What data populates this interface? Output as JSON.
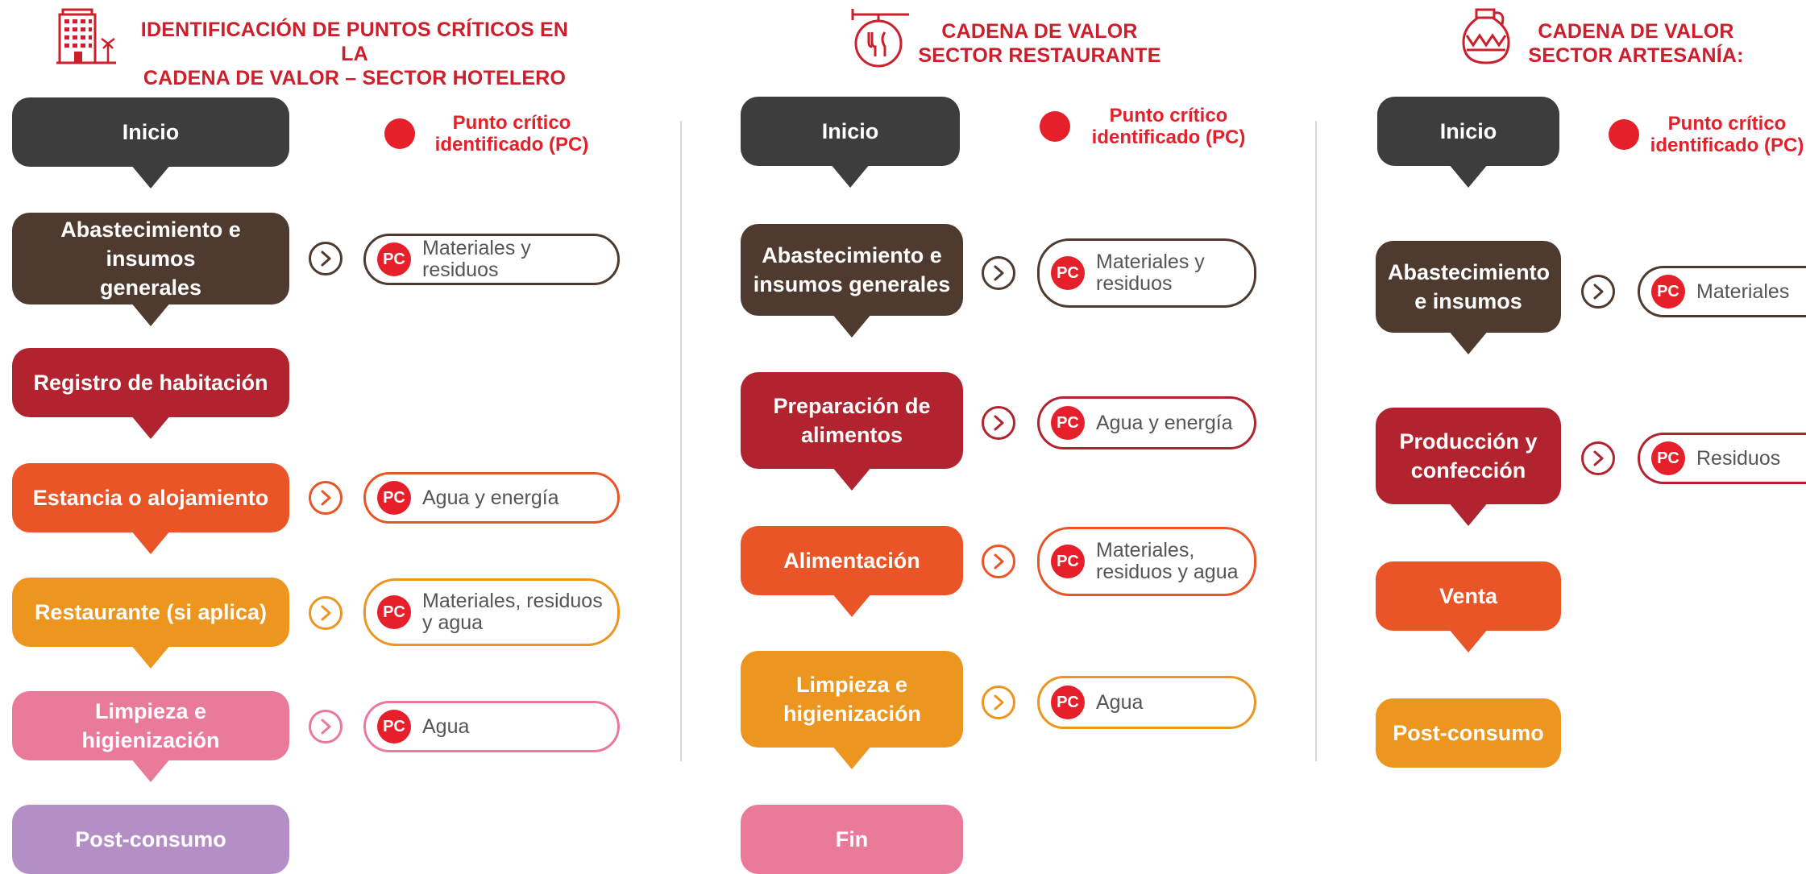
{
  "colors": {
    "title": "#cc1f2b",
    "pc_red": "#e5202b",
    "dark_gray": "#3d3d3d",
    "brown": "#4e3a2e",
    "crimson": "#b1232e",
    "orange": "#e95527",
    "amber": "#ec951f",
    "pink": "#ea7a9a",
    "purple": "#b38fc5"
  },
  "hotel": {
    "title_line1": "IDENTIFICACIÓN DE PUNTOS CRÍTICOS EN LA",
    "title_line2": "CADENA DE VALOR – SECTOR HOTELERO",
    "icon": "hotel-building-icon",
    "legend_line1": "Punto crítico",
    "legend_line2": "identificado (PC)",
    "steps": {
      "s1": "Inicio",
      "s2": "Abastecimiento e insumos generales",
      "s3": "Registro de habitación",
      "s4": "Estancia o alojamiento",
      "s5": "Restaurante (si aplica)",
      "s6": "Limpieza e higienización",
      "s7": "Post-consumo"
    },
    "pcs": {
      "p2": "Materiales y residuos",
      "p4": "Agua y energía",
      "p5a": "Materiales, residuos",
      "p5b": "y agua",
      "p6": "Agua"
    }
  },
  "restaurant": {
    "title_line1": "CADENA DE VALOR",
    "title_line2": "SECTOR RESTAURANTE",
    "icon": "restaurant-sign-icon",
    "legend_line1": "Punto crítico",
    "legend_line2": "identificado (PC)",
    "steps": {
      "s1": "Inicio",
      "s2": "Abastecimiento e insumos generales",
      "s3": "Preparación de alimentos",
      "s4": "Alimentación",
      "s5": "Limpieza e higienización",
      "s6": "Fin"
    },
    "pcs": {
      "p2a": "Materiales y",
      "p2b": "residuos",
      "p3": "Agua y energía",
      "p4a": "Materiales,",
      "p4b": "residuos y agua",
      "p5": "Agua"
    }
  },
  "artesania": {
    "title_line1": "CADENA DE VALOR",
    "title_line2": "SECTOR ARTESANÍA:",
    "icon": "pottery-vase-icon",
    "legend_line1": "Punto crítico",
    "legend_line2": "identificado (PC)",
    "steps": {
      "s1": "Inicio",
      "s2": "Abastecimiento e insumos",
      "s3": "Producción y confección",
      "s4": "Venta",
      "s5": "Post-consumo"
    },
    "pcs": {
      "p2": "Materiales",
      "p3": "Residuos"
    }
  },
  "pc_badge": "PC"
}
